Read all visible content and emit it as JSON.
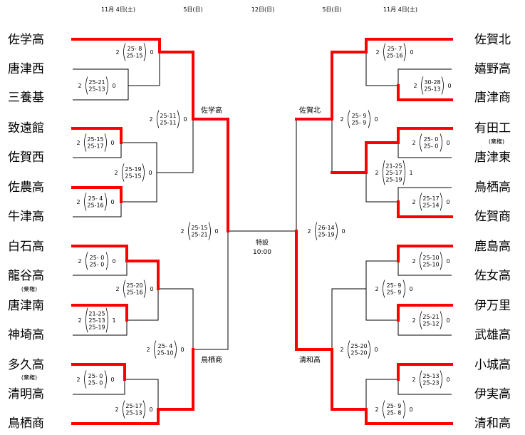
{
  "dates": [
    "11月 4日(土)",
    "5日(日)",
    "12日(日)",
    "5日(日)",
    "11月 4日(土)"
  ],
  "left_teams": [
    "佐学高",
    "唐津西",
    "三養基",
    "致遠館",
    "佐賀西",
    "佐農高",
    "牛津高",
    "白石高",
    "龍谷高",
    "唐津南",
    "神埼高",
    "多久高",
    "清明高",
    "鳥栖商"
  ],
  "right_teams": [
    "佐賀北",
    "嬉野高",
    "唐津商",
    "有田工",
    "唐津東",
    "鳥栖高",
    "佐賀商",
    "鹿島高",
    "佐女高",
    "伊万里",
    "武雄高",
    "小城高",
    "伊実高",
    "清和高"
  ],
  "notes": [
    "(棄権)",
    "(棄権)",
    "(棄権)"
  ],
  "winners": [
    "佐学高",
    "鳥栖商",
    "佐賀北",
    "清和高"
  ],
  "venue": [
    "特設",
    "10:00"
  ],
  "matches": [
    {
      "sets": [
        "25- 8",
        "25-15"
      ],
      "w": "2",
      "l": "0"
    },
    {
      "sets": [
        "25-21",
        "25-13"
      ],
      "w": "2",
      "l": "0"
    },
    {
      "sets": [
        "25-11",
        "25-11"
      ],
      "w": "2",
      "l": "0"
    },
    {
      "sets": [
        "25-15",
        "25-17"
      ],
      "w": "2",
      "l": "0"
    },
    {
      "sets": [
        "25-19",
        "25-15"
      ],
      "w": "2",
      "l": "0"
    },
    {
      "sets": [
        "25- 4",
        "25-16"
      ],
      "w": "2",
      "l": "0"
    },
    {
      "sets": [
        "25-15",
        "25-21"
      ],
      "w": "2",
      "l": "0"
    },
    {
      "sets": [
        "25- 0",
        "25- 0"
      ],
      "w": "2",
      "l": "0"
    },
    {
      "sets": [
        "25-20",
        "25-16"
      ],
      "w": "2",
      "l": "0"
    },
    {
      "sets": [
        "21-25",
        "25-13",
        "25-19"
      ],
      "w": "2",
      "l": "1"
    },
    {
      "sets": [
        "25- 4",
        "25-10"
      ],
      "w": "2",
      "l": "0"
    },
    {
      "sets": [
        "25- 0",
        "25- 0"
      ],
      "w": "2",
      "l": "0"
    },
    {
      "sets": [
        "25-17",
        "25-13"
      ],
      "w": "2",
      "l": "0"
    },
    {
      "sets": [
        "25- 7",
        "25-16"
      ],
      "w": "2",
      "l": "0"
    },
    {
      "sets": [
        "30-28",
        "25-13"
      ],
      "w": "2",
      "l": "0"
    },
    {
      "sets": [
        "25- 9",
        "25- 9"
      ],
      "w": "2",
      "l": "0"
    },
    {
      "sets": [
        "25- 0",
        "25- 0"
      ],
      "w": "2",
      "l": "0"
    },
    {
      "sets": [
        "21-25",
        "25-17",
        "25-19"
      ],
      "w": "2",
      "l": "1"
    },
    {
      "sets": [
        "25-17",
        "25-14"
      ],
      "w": "2",
      "l": "0"
    },
    {
      "sets": [
        "26-14",
        "25-19"
      ],
      "w": "2",
      "l": "0"
    },
    {
      "sets": [
        "25-10",
        "25-10"
      ],
      "w": "2",
      "l": "0"
    },
    {
      "sets": [
        "25- 9",
        "25- 9"
      ],
      "w": "2",
      "l": "0"
    },
    {
      "sets": [
        "25-21",
        "25-12"
      ],
      "w": "2",
      "l": "0"
    },
    {
      "sets": [
        "25-20",
        "25-20"
      ],
      "w": "2",
      "l": "0"
    },
    {
      "sets": [
        "25-13",
        "25-23"
      ],
      "w": "2",
      "l": "0"
    },
    {
      "sets": [
        "25- 9",
        "25- 8"
      ],
      "w": "2",
      "l": "0"
    }
  ]
}
